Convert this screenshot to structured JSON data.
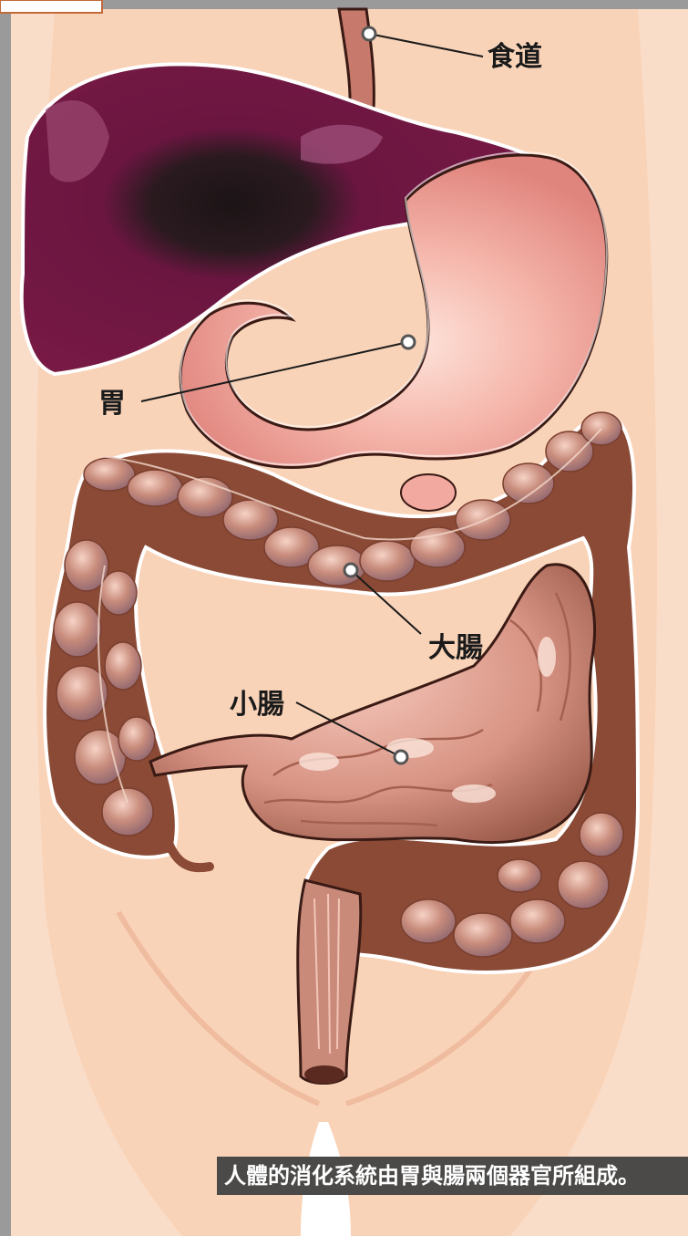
{
  "labels": {
    "esophagus": "食道",
    "stomach": "胃",
    "large_intestine": "大腸",
    "small_intestine": "小腸"
  },
  "caption": "人體的消化系統由胃與腸兩個器官所組成。",
  "colors": {
    "skin": "#f9d3b8",
    "skin_light": "#fbe1cf",
    "liver": "#7a1a45",
    "stomach": "#f2a9a0",
    "intestine_dark": "#8a4a35",
    "intestine_light": "#d49a87",
    "caption_background": "#4b4a48"
  }
}
